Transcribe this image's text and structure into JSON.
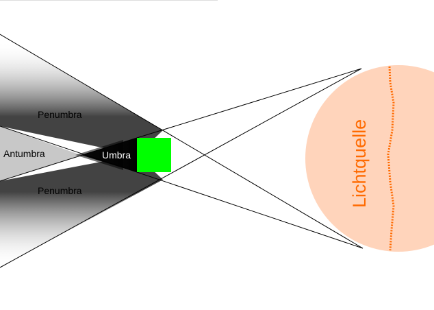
{
  "labels": {
    "penumbra_top": "Penumbra",
    "antumbra": "Antumbra",
    "umbra": "Umbra",
    "penumbra_bottom": "Penumbra",
    "light_source": "Lichtquelle"
  },
  "colors": {
    "light_source_fill": "#ffd4bb",
    "light_source_text": "#ff6a00",
    "object_fill": "#00ff00",
    "ray_stroke": "#000000",
    "shadow_core": "#000000",
    "umbra_label": "#ffffff"
  }
}
